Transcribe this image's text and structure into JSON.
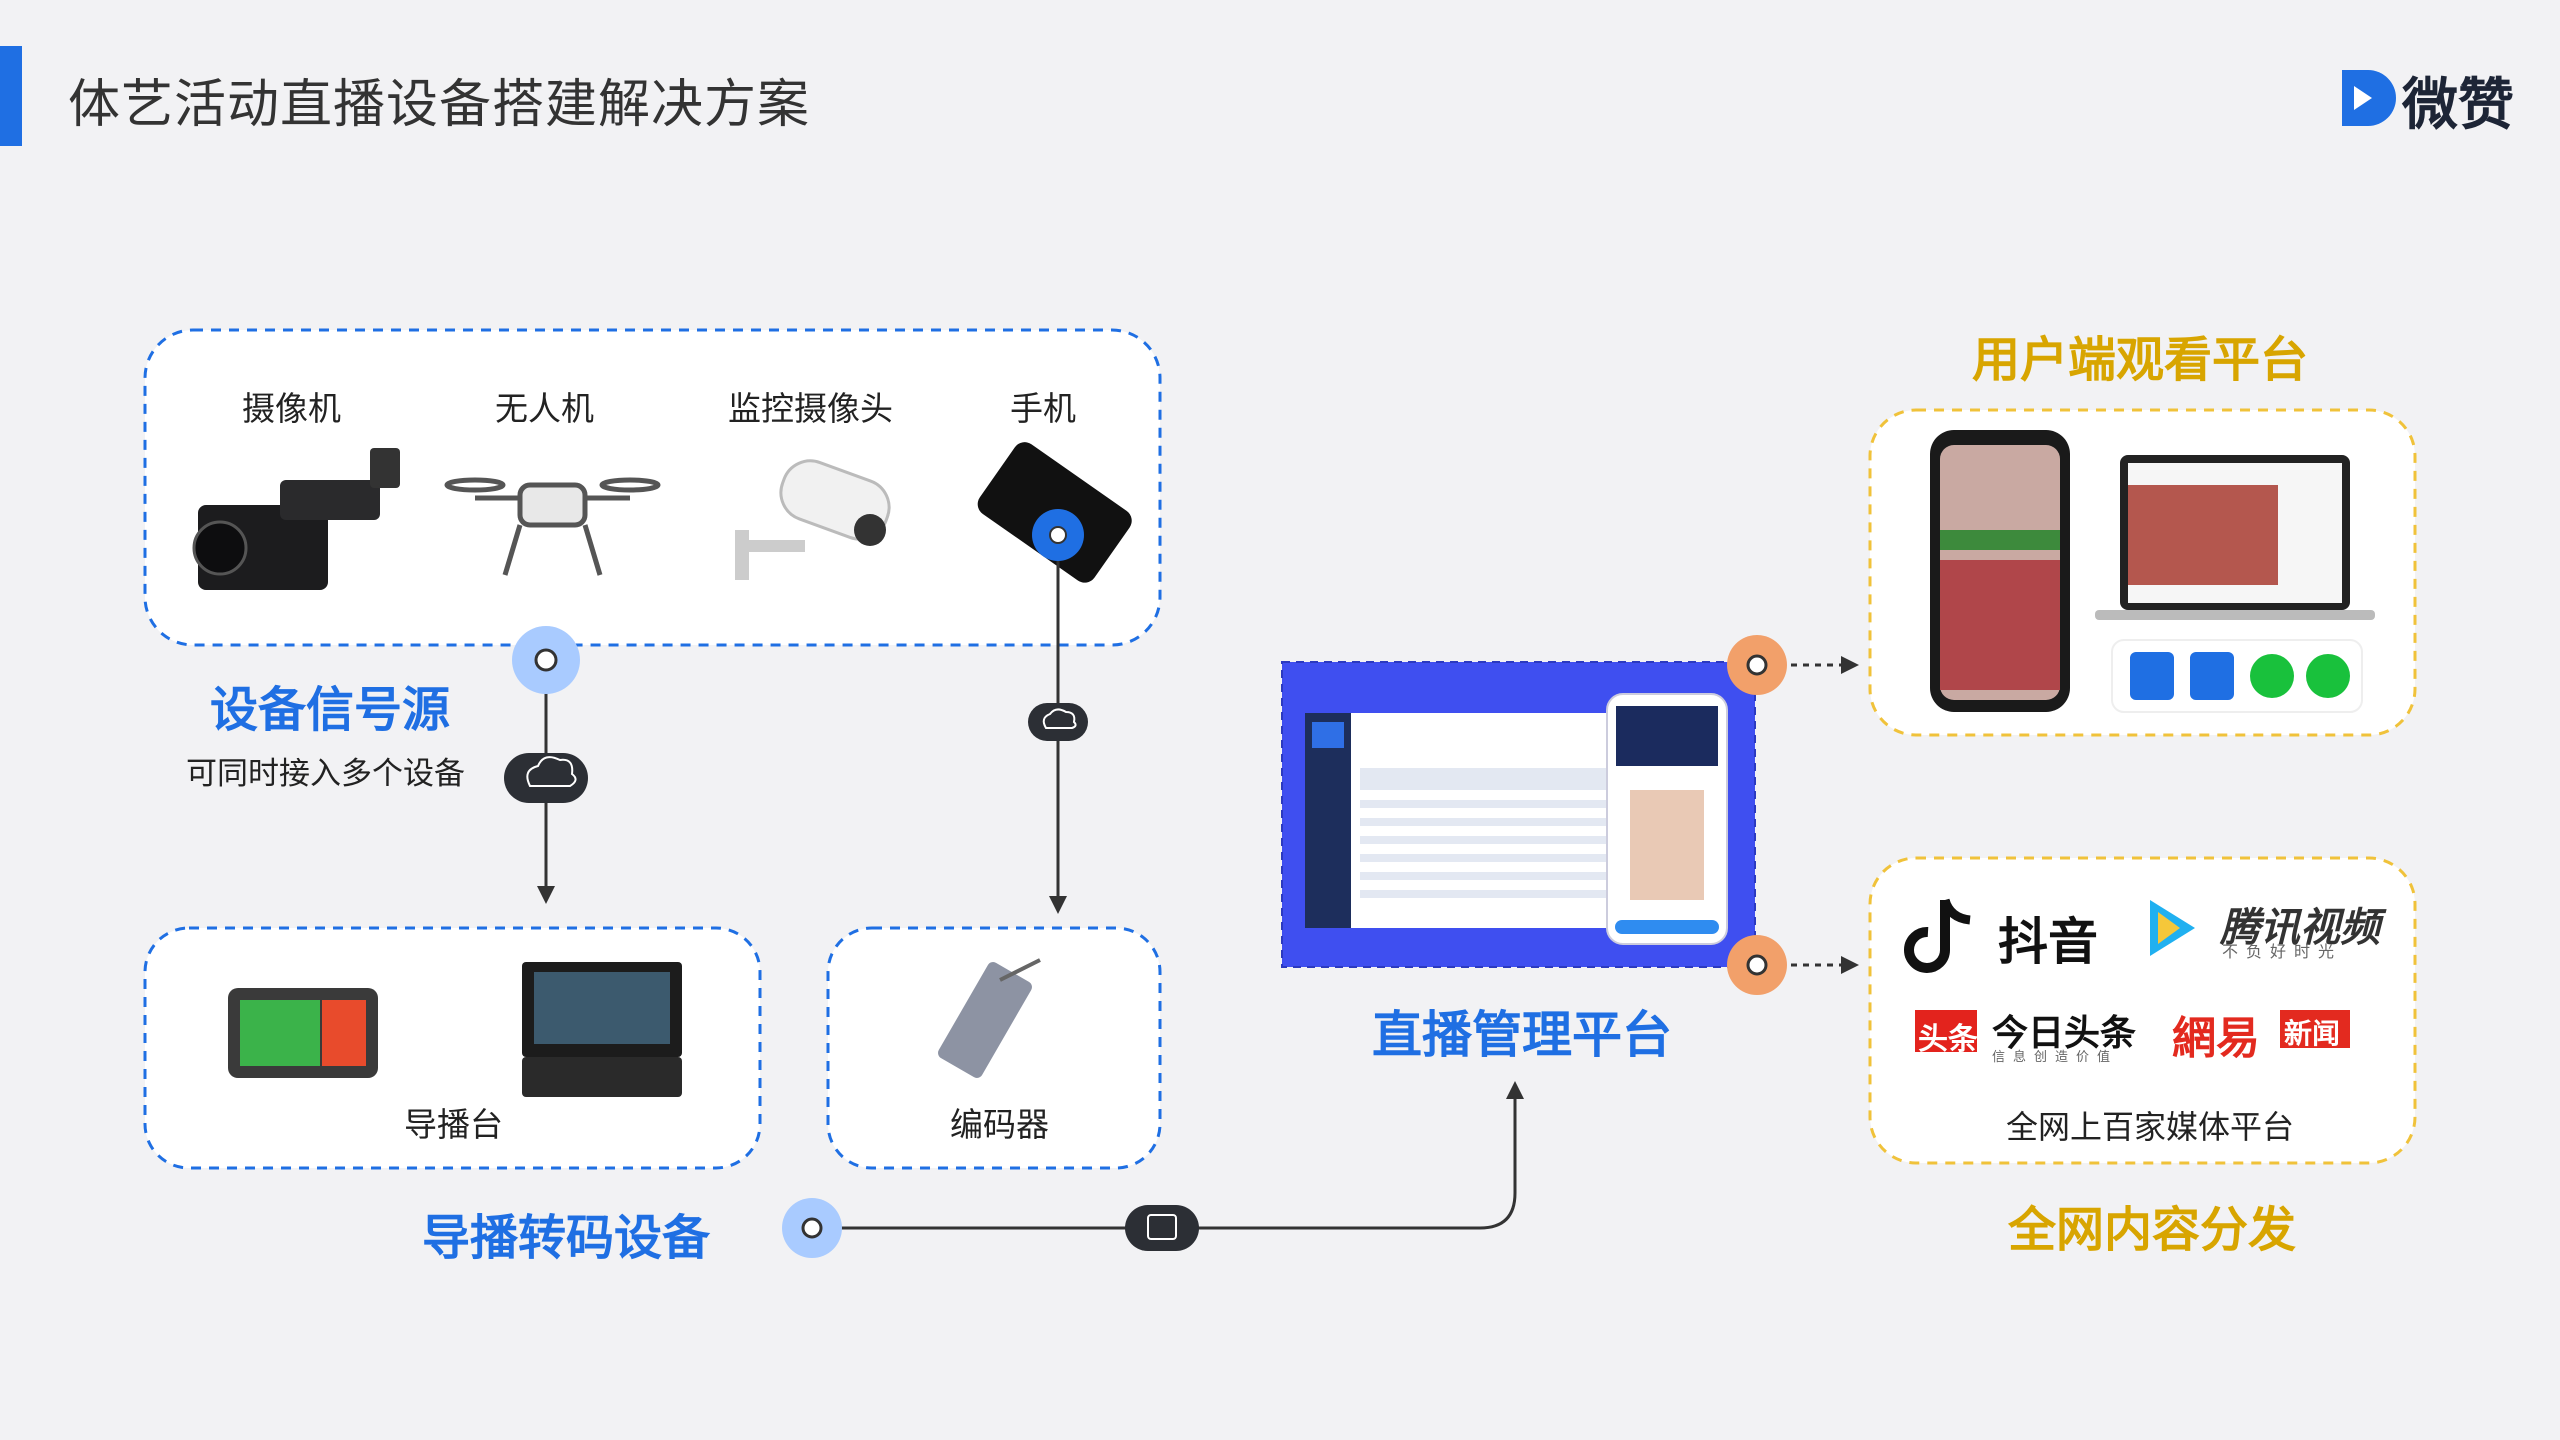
{
  "header": {
    "title": "体艺活动直播设备搭建解决方案"
  },
  "brand": {
    "name": "微赞",
    "color": "#1f6fe3"
  },
  "sources": {
    "items": [
      "摄像机",
      "无人机",
      "监控摄像头",
      "手机"
    ],
    "title": "设备信号源",
    "subtitle": "可同时接入多个设备"
  },
  "transcode": {
    "director_label": "导播台",
    "encoder_label": "编码器",
    "title": "导播转码设备"
  },
  "platform": {
    "title": "直播管理平台"
  },
  "viewer": {
    "title": "用户端观看平台"
  },
  "distribution": {
    "logos": [
      "抖音",
      "腾讯视频",
      "不负好时光",
      "头条",
      "今日头条",
      "信息创造价值",
      "網易",
      "新闻"
    ],
    "caption": "全网上百家媒体平台",
    "title": "全网内容分发"
  },
  "colors": {
    "blue": "#1f6fe3",
    "gold": "#d8a500",
    "orange": "#f2a06a"
  }
}
